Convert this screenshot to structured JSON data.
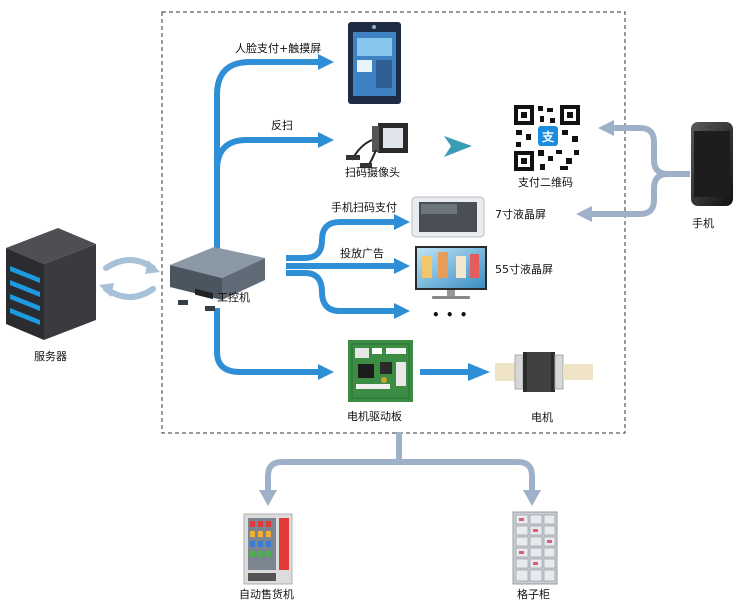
{
  "labels": {
    "face_pay": "人脸支付+触摸屏",
    "reverse_scan": "反扫",
    "scan_camera": "扫码摄像头",
    "pay_qr": "支付二维码",
    "phone_scan_pay": "手机扫码支付",
    "screen_7": "7寸液晶屏",
    "ad_display": "投放广告",
    "screen_55": "55寸液晶屏",
    "ellipsis": "• • •",
    "ipc": "工控机",
    "server": "服务器",
    "phone": "手机",
    "motor_board": "电机驱动板",
    "motor": "电机",
    "vending_machine": "自动售货机",
    "locker": "格子柜"
  },
  "colors": {
    "arrow_blue": "#2f8fd6",
    "arrow_gray": "#9fb1c8",
    "teal": "#3a9bb5",
    "dashed_border": "#333333"
  },
  "icons": {
    "face_terminal": "face-payment-terminal-icon",
    "scanner": "barcode-scanner-icon",
    "qr": "qr-code-icon",
    "tablet": "tablet-screen-icon",
    "monitor": "monitor-icon",
    "server": "server-rack-icon",
    "phone": "smartphone-icon",
    "ipc": "industrial-pc-icon",
    "board": "circuit-board-icon",
    "motor": "motor-icon",
    "vending": "vending-machine-icon",
    "locker": "locker-cabinet-icon"
  }
}
